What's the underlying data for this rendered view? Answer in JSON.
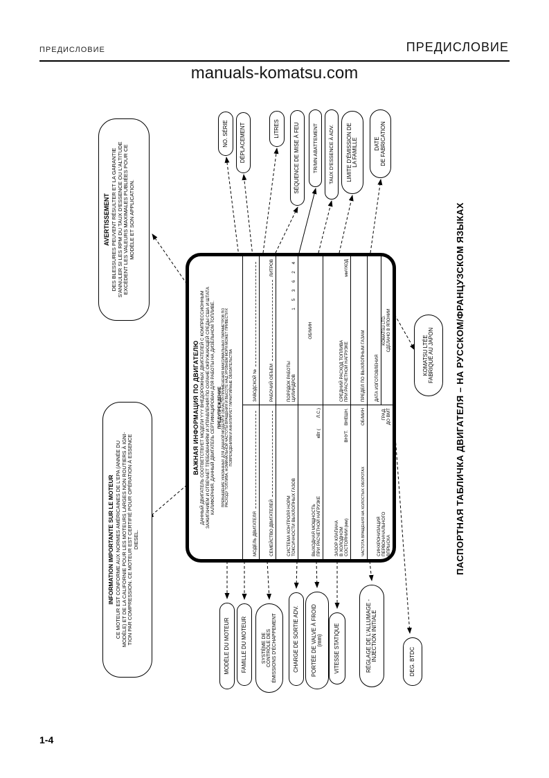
{
  "page": {
    "header_left": "ПРЕДИСЛОВИЕ",
    "header_right": "ПРЕДИСЛОВИЕ",
    "watermark": "manuals-komatsu.com",
    "page_number": "1-4",
    "side_caption": "ПАСПОРТНАЯ ТАБЛИЧКА ДВИГАТЕЛЯ  –  НА РУССКОМ/ФРАНЦУЗСКОМ ЯЗЫКАХ"
  },
  "nameplate": {
    "title": "ВАЖНАЯ ИНФОРМАЦИЯ ПО ДВИГАТЕЛЮ",
    "intro": "ДАННЫЙ ДВИГАТЕЛЬ СООТВЕТСТВУЕТ МОДЕЛИ YYY ВНЕДОРОЖНЫХ ДВИГАТЕЛЕЙ С КОМПРЕССИОННЫМ\nЗАЖИГАНИЕМ И ОТВЕЧАЕТ ТРЕБОВАНИЯМ И УПРАВЛЕНИЯ ПО ОХРАНЕ ОКРУЖАЮЩЕЙ СРЕДЫ США И ШТАТА\nКАЛИФОРНИЯ. ДАННЫЙ ДВИГАТЕЛЬ СЕРТИФИЦИРОВАН ДЛЯ РАБОТЫ НА ДИЗЕЛЬНОМ ТОПЛИВЕ.",
    "warning_title": "ПРЕДУПРЕЖДЕНИЕ",
    "warning_text": "ПРЕВЫШЕНИЕ УКАЗАННЫХ ДЛЯ ДАННОЙ МОДЕЛИ И ОБЛАСТИ ПРИМЕНЕНИЯ МАКСИМАЛЬНЫХ ПАРАМЕТРОВ ПО\nРАСХОДУ ТОПЛИВА, НОМИНАЛЬНОЙ ЧАСТОТЫ ВРАЩЕНИЯ И ВЫСОТЕ НАД УРОВНЕМ МОРЯ МОЖЕТ ПРИВЕСТИ К\nПОВРЕЖДЕНИЯМ И АННУЛИРУЕТ ГАРАНТИЙНЫЕ ОБЯЗАТЕЛЬСТВА",
    "left_rows": [
      {
        "label": "МОДЕЛЬ ДВИГАТЕЛЯ",
        "unit": ""
      },
      {
        "label": "СЕМЕЙСТВО ДВИГАТЕЛЕЙ",
        "unit": ""
      },
      {
        "label": "СИСТЕМА КОНТРОЛЯ НОРМ\nТОКСИЧНОСТИ ВЫХЛОПНЫХ ГАЗОВ",
        "unit": ""
      },
      {
        "label": "ВЫХОДНАЯ МОЩНОСТЬ\nПРИ РАСЧЕТНОЙ НАГРУЗКЕ",
        "unit": "кВт (         Л.С.)"
      },
      {
        "label": "ЗАЗОР КЛАПАНА\nВ ХОЛОДНОМ\nСОСТОЯНИИ (мм)",
        "unit": "ВНУТ.    ВНЕШН."
      },
      {
        "label": "ЧАСТОТА ВРАЩЕНИЯ НА ХОЛОСТЫХ ОБОРОТАХ",
        "unit": "ОБ/МИН"
      },
      {
        "label": "СИНХРОНИЗАЦИЯ\nПЕРВОНАЧАЛЬНОГО\nВПРЫСКА",
        "unit": "ГРАД.\nДО ВМТ"
      }
    ],
    "right_rows": [
      {
        "label": "ЗАВОДСКОЙ №",
        "unit": ""
      },
      {
        "label": "РАБОЧИЙ ОБЪЕМ",
        "unit": "ЛИТРОВ"
      },
      {
        "label": "ПОРЯДОК РАБОТЫ\nЦИЛИНДРОВ",
        "unit": "1 5 3 6 2 4"
      },
      {
        "label": "",
        "unit": "ОБ/МИН"
      },
      {
        "label": "СРЕДНИЙ РАСХОД ТОПЛИВА\nПРИ РАСЧЕТНОЙ НАГРУЗКЕ",
        "unit": "мм³/ХОД"
      },
      {
        "label": "ПРЕДЕЛ ПО ВЫХЛОПНЫМ ГАЗАМ",
        "unit": ""
      },
      {
        "label": "ДАТА ИЗГОТОВЛЕНИЯ",
        "unit": ""
      },
      {
        "label": "KOMATSU LTD.\nСДЕЛАНО В ЯПОНИИ",
        "unit": ""
      }
    ]
  },
  "callouts": {
    "warning_fr": {
      "title": "AVERTISSEMENT",
      "body": "DES BLESSURES PEUVENT RÉSULTER ET LA GARANTIE\nS'ANNULER SI LES RPM DU TAUX D'ESSENCE OU L'ALTITUDE\nEXCÈDENT LES VALEURS MAXIMALES PUBLIÉES POUR CE\nMODÈLE ET SON APPLICATION."
    },
    "info_fr": {
      "title": "INFORMATION IMPORTANTE SUR LE MOTEUR",
      "body": "CE MOTEUR EST CONFORME AUX NORMES AMÉRICAINES DE L'EPA (ANNÉE DU\nMODÈLE) ET DE LA CALIFORNIE POUR LES MOTEURS LARGES NON ROUTIERS À IGNI-\nTION PAR COMPRESSION. CE MOTEUR EST CERTIFIÉ POUR OPÉRATION À ESSENCE\nDIESEL."
    },
    "top": [
      {
        "label": "NO. SÉRIE"
      },
      {
        "label": "DÉPLACEMENT"
      },
      {
        "label": "LITRES"
      },
      {
        "label": "SÉQUENCE DE MISE À FEU"
      },
      {
        "label": "TR/MN ABATTEMENT"
      },
      {
        "label": "TAUX D'ESSENCE À ADV."
      },
      {
        "label": "LIMITE D'ÉMISSION DE\nLA FAMILLE"
      },
      {
        "label": "DATE\nDE FABRICATION"
      }
    ],
    "bottom": [
      {
        "label": "MODÈLE DU MOTEUR"
      },
      {
        "label": "FAMILLE DU MOTEUR"
      },
      {
        "label": "SYSTÈME DE\nCONTRÔLE DES\nÉMISSIONS D'ÉCHAPPEMENT"
      },
      {
        "label": "CHARGE DE SORTIE ADV."
      },
      {
        "label": "PORTÉE DE VALVE À FROID\n(mm)"
      },
      {
        "label": "VITESSE STATIQUE"
      },
      {
        "label": "RÉGLAGE DE L'ALLUMAGE -\nINJECTION INITIALE"
      },
      {
        "label": "DEG. BTDC"
      }
    ],
    "komatsu": {
      "label": "KOMATSU LTÉE\nFABRIQUÉ AU JAPON"
    }
  }
}
